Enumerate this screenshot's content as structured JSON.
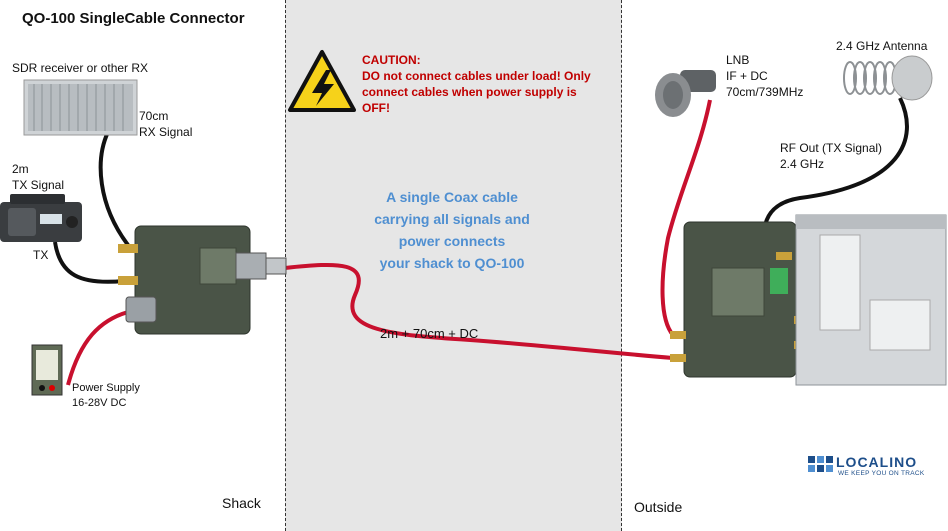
{
  "title": "QO-100 SingleCable Connector",
  "caution": {
    "heading": "CAUTION:",
    "line1": "DO not connect cables under load! Only",
    "line2": "connect cables when power supply is",
    "line3": "OFF!"
  },
  "message": {
    "line1": "A single Coax cable",
    "line2": "carrying all signals and",
    "line3": "power connects",
    "line4": "your shack to QO-100"
  },
  "cable_label": "2m + 70cm + DC",
  "zones": {
    "shack": "Shack",
    "outside": "Outside"
  },
  "labels": {
    "sdr": "SDR receiver or other RX",
    "rx_band": "70cm",
    "rx_signal": "RX Signal",
    "tx_band": "2m",
    "tx_signal": "TX Signal",
    "tx": "TX",
    "power_supply": "Power Supply",
    "power_range": "16-28V DC",
    "lnb": "LNB",
    "lnb_if": "IF + DC",
    "lnb_freq": "70cm/739MHz",
    "antenna": "2.4 GHz Antenna",
    "rf_out": "RF Out (TX Signal)",
    "rf_freq": "2.4 GHz"
  },
  "logo": {
    "name": "LOCALINO",
    "tagline": "WE KEEP YOU ON TRACK"
  },
  "colors": {
    "cable_red": "#c8102e",
    "cable_black": "#111111",
    "caution_red": "#c00000",
    "message_blue": "#4f8fd1",
    "brand_blue": "#1d4e8a"
  }
}
